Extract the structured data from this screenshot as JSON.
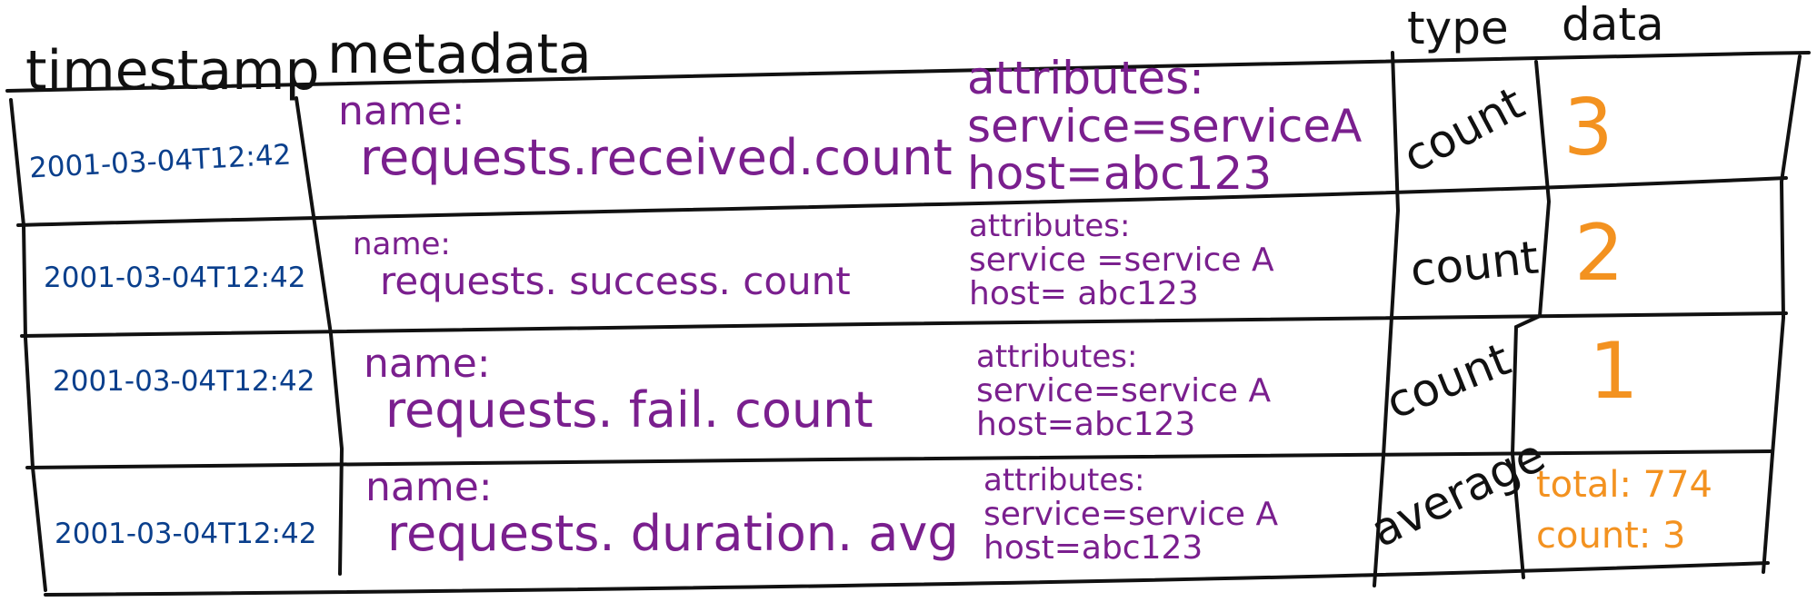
{
  "headers": {
    "timestamp": "timestamp",
    "metadata": "metadata",
    "type": "type",
    "data": "data"
  },
  "colors": {
    "timestamp": "#0a3f8c",
    "metadata": "#7a1f8e",
    "data": "#f39220",
    "ink": "#111111"
  },
  "rows": [
    {
      "timestamp": "2001-03-04T12:42",
      "name_label": "name:",
      "name": "requests.received.count",
      "attributes_label": "attributes:",
      "service": "service=serviceA",
      "host": "host=abc123",
      "type": "count",
      "value": "3"
    },
    {
      "timestamp": "2001-03-04T12:42",
      "name_label": "name:",
      "name": "requests. success. count",
      "attributes_label": "attributes:",
      "service": "service =service A",
      "host": "host= abc123",
      "type": "count",
      "value": "2"
    },
    {
      "timestamp": "2001-03-04T12:42",
      "name_label": "name:",
      "name": "requests. fail. count",
      "attributes_label": "attributes:",
      "service": "service=service A",
      "host": "host=abc123",
      "type": "count",
      "value": "1"
    },
    {
      "timestamp": "2001-03-04T12:42",
      "name_label": "name:",
      "name": "requests. duration. avg",
      "attributes_label": "attributes:",
      "service": "service=service A",
      "host": "host=abc123",
      "type": "average",
      "total": "total: 774",
      "count": "count: 3"
    }
  ]
}
